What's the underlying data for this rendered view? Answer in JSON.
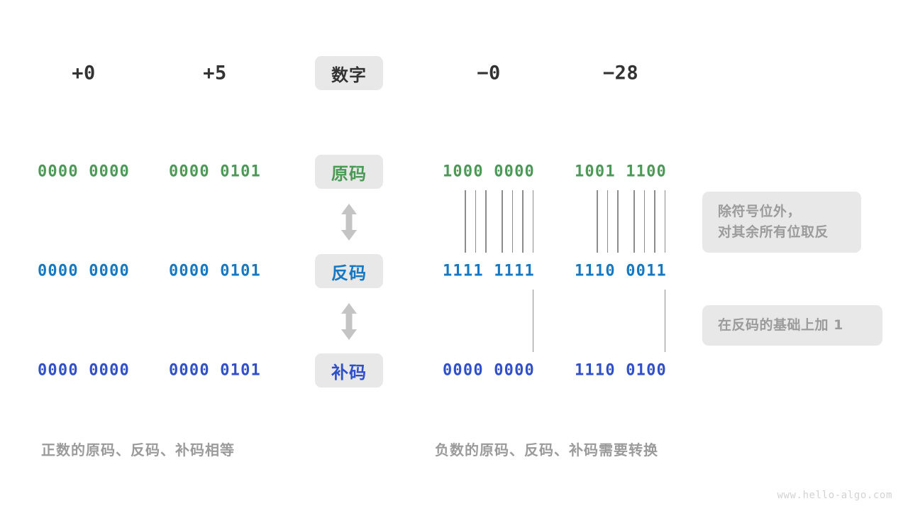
{
  "diagram": {
    "title_row": {
      "label_chip": "数字",
      "columns": [
        "+0",
        "+5",
        "−0",
        "−28"
      ]
    },
    "rows": [
      {
        "name": "原码",
        "color": "#4a9a56",
        "values": [
          "0000 0000",
          "0000 0101",
          "1000 0000",
          "1001 1100"
        ]
      },
      {
        "name": "反码",
        "color": "#1678c2",
        "values": [
          "0000 0000",
          "0000 0101",
          "1111 1111",
          "1110 0011"
        ]
      },
      {
        "name": "补码",
        "color": "#3050c8",
        "values": [
          "0000 0000",
          "0000 0101",
          "0000 0000",
          "1110 0100"
        ]
      }
    ],
    "notes": [
      {
        "lines": [
          "除符号位外，",
          "对其余所有位取反"
        ]
      },
      {
        "lines": [
          "在反码的基础上加 1"
        ]
      }
    ],
    "captions": {
      "left": "正数的原码、反码、补码相等",
      "right": "负数的原码、反码、补码需要转换"
    },
    "watermark": "www.hello-algo.com",
    "icons": {
      "arrow_up_down": "double-headed-vertical-arrow"
    }
  }
}
